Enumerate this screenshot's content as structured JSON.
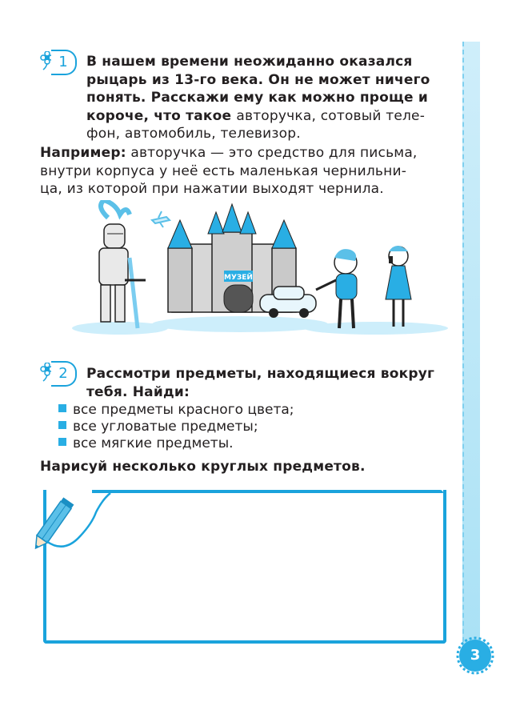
{
  "colors": {
    "accent": "#1aa3dc",
    "ribbon": "#a9e1f5",
    "text": "#231f20"
  },
  "task1": {
    "number": "1",
    "lines": [
      "В нашем времени неожиданно оказался",
      "рыцарь из 13-го века. Он не может ничего",
      "понять. Расскажи ему как можно проще и"
    ],
    "line4_bold": "короче, что такое ",
    "line4_regular": "авторучка, сотовый теле-",
    "line5_regular": "фон, автомобиль, телевизор."
  },
  "example": {
    "label": "Например:",
    "line1_rest": " авторучка — это средство для письма,",
    "line2": "внутри корпуса у неё есть маленькая чернильни-",
    "line3": "ца, из которой при нажатии выходят чернила."
  },
  "illustration": {
    "museum_sign": "МУЗЕЙ"
  },
  "task2": {
    "number": "2",
    "lines": [
      "Рассмотри предметы, находящиеся вокруг",
      "тебя. Найди:"
    ],
    "items": [
      "все предметы красного цвета;",
      "все угловатые предметы;",
      "все мягкие предметы."
    ],
    "instruction": "Нарисуй несколько круглых предметов."
  },
  "page_number": "3"
}
